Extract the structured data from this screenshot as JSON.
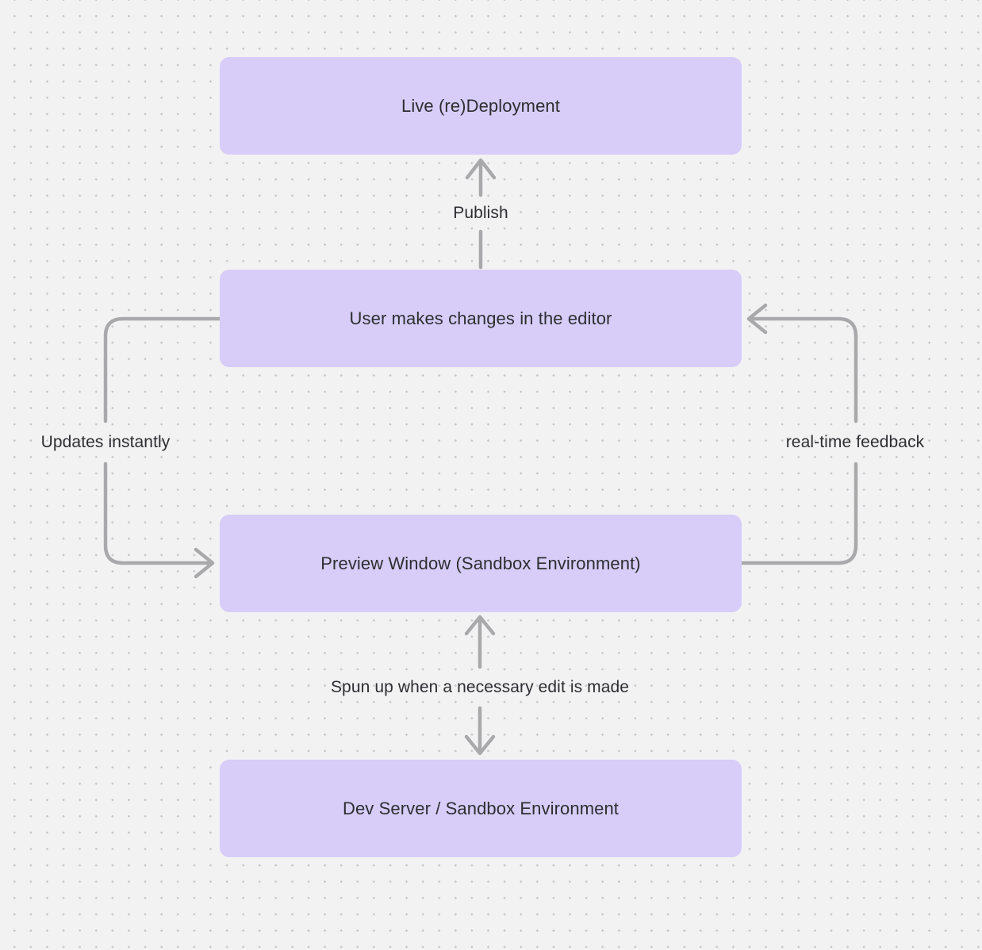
{
  "theme": {
    "canvas_bg": "#f2f2f3",
    "dot_color": "#c7c6c9",
    "node_fill": "#d7cdf8",
    "arrow_color": "#a9a8ab",
    "text_color": "#2e2e32"
  },
  "diagram": {
    "type": "flowchart",
    "nodes": [
      {
        "id": "live-redeployment",
        "label": "Live (re)Deployment"
      },
      {
        "id": "user-editor",
        "label": "User makes changes in the editor"
      },
      {
        "id": "preview-window",
        "label": "Preview Window (Sandbox Environment)"
      },
      {
        "id": "dev-server",
        "label": "Dev Server / Sandbox Environment"
      }
    ],
    "edges": [
      {
        "id": "publish",
        "label": "Publish",
        "from": "user-editor",
        "to": "live-redeployment",
        "direction": "up"
      },
      {
        "id": "updates-instantly",
        "label": "Updates instantly",
        "from": "user-editor",
        "to": "preview-window",
        "direction": "left-loop-down"
      },
      {
        "id": "realtime-feedback",
        "label": "real-time feedback",
        "from": "preview-window",
        "to": "user-editor",
        "direction": "right-loop-up"
      },
      {
        "id": "spun-up",
        "label": "Spun up when a necessary edit is made",
        "from": "preview-window",
        "to": "dev-server",
        "direction": "bidirectional"
      }
    ]
  }
}
